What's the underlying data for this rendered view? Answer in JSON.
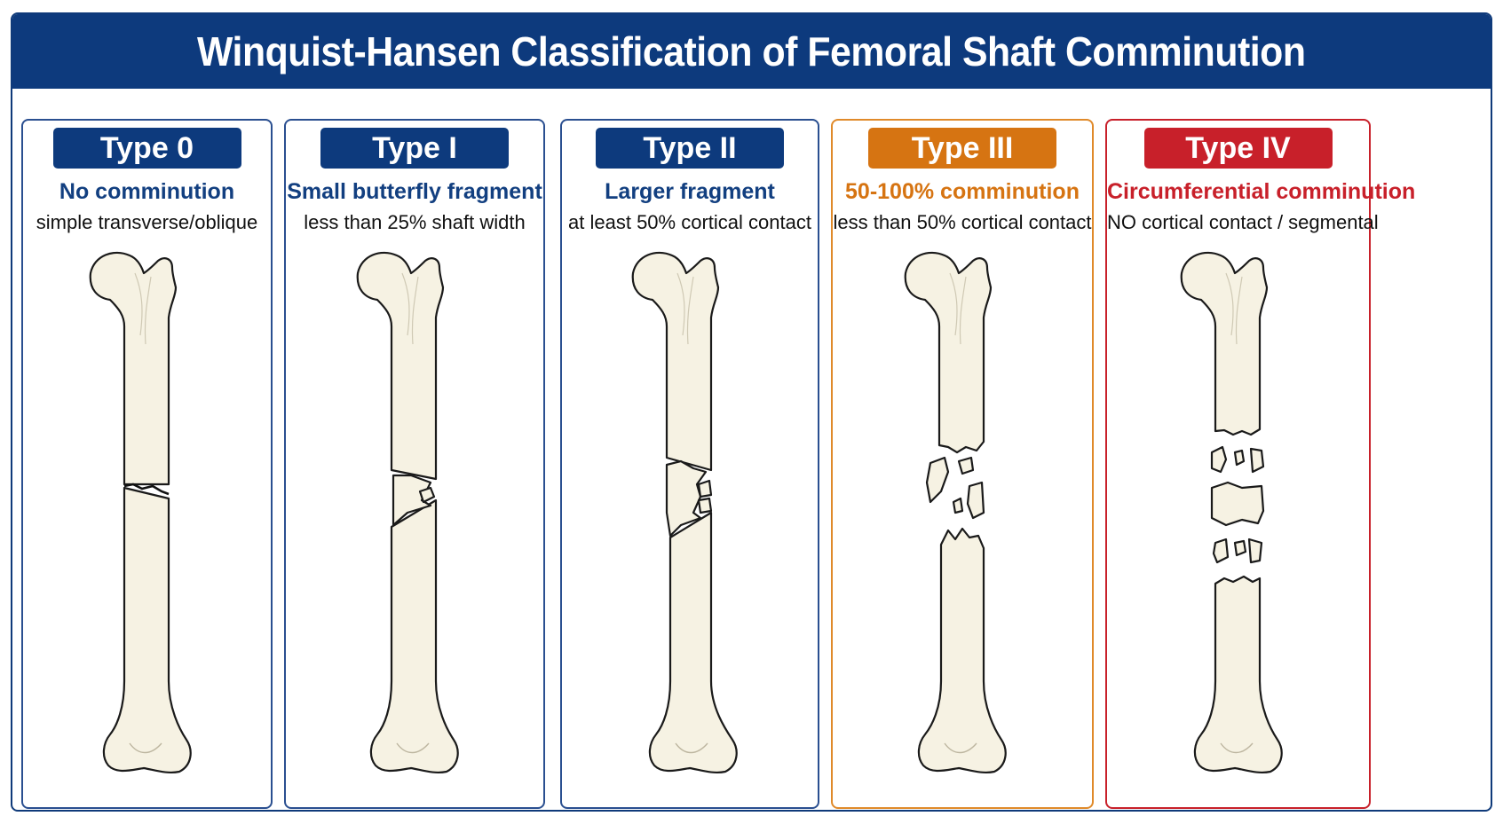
{
  "title": "Winquist-Hansen Classification of Femoral Shaft Comminution",
  "colors": {
    "navy": "#0d3a7d",
    "orange": "#d67412",
    "red": "#c8202a",
    "bone_fill": "#f6f2e3",
    "bone_outline": "#1a1a1a"
  },
  "panels": [
    {
      "type": "Type 0",
      "name": "No comminution",
      "description": "simple transverse/oblique",
      "accent": "navy"
    },
    {
      "type": "Type I",
      "name": "Small butterfly fragment",
      "description": "less than 25% shaft width",
      "accent": "navy"
    },
    {
      "type": "Type II",
      "name": "Larger fragment",
      "description": "at least 50% cortical contact",
      "accent": "navy"
    },
    {
      "type": "Type III",
      "name": "50-100% comminution",
      "description": "less than 50% cortical contact",
      "accent": "orange"
    },
    {
      "type": "Type IV",
      "name": "Circumferential comminution",
      "description": "NO cortical contact / segmental",
      "accent": "red"
    }
  ]
}
